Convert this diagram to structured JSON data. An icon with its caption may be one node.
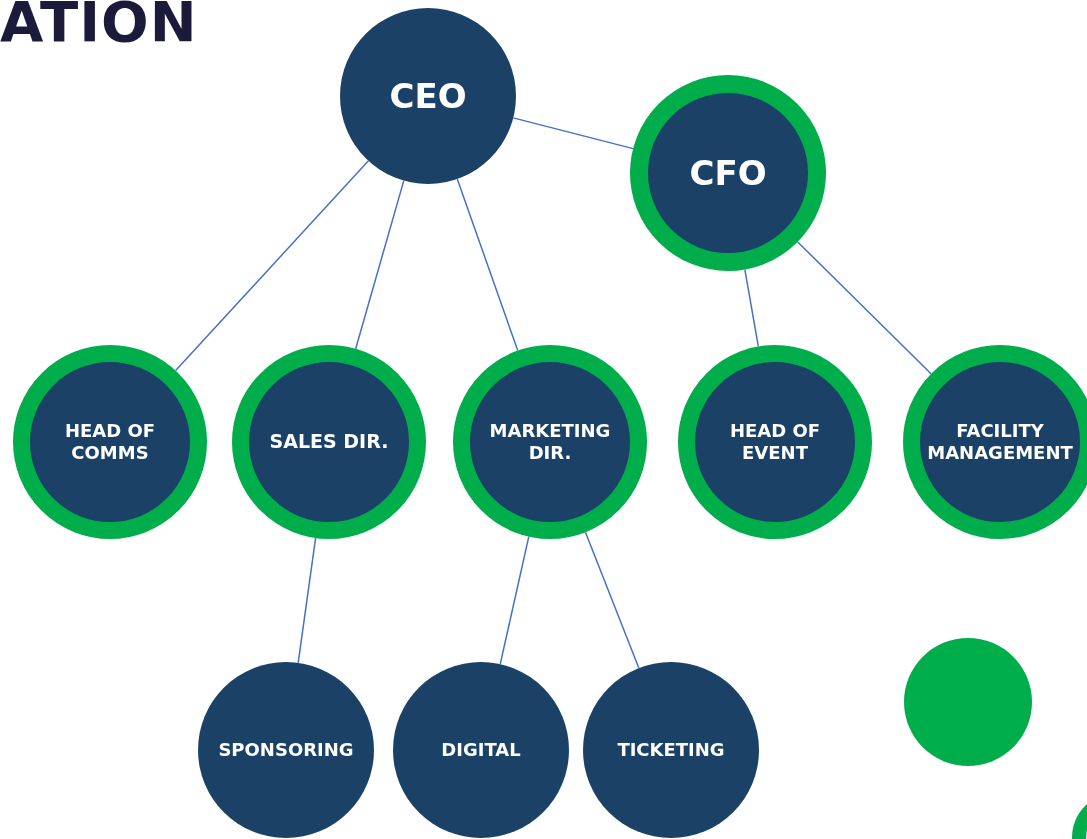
{
  "diagram": {
    "title": "ATION",
    "nodes": [
      {
        "text": [
          "CEO"
        ]
      },
      {
        "text": [
          "CFO"
        ]
      },
      {
        "text": [
          "HEAD OF COMMS"
        ]
      },
      {
        "text": [
          "SALES DIR."
        ]
      },
      {
        "text": [
          "MARKETING DIR."
        ]
      },
      {
        "text": [
          "HEAD OF EVENT"
        ]
      },
      {
        "text": [
          "FACILITY MANAGEMENT"
        ]
      },
      {
        "text": [
          "SPONSORING"
        ]
      },
      {
        "text": [
          "DIGITAL"
        ]
      },
      {
        "text": [
          "TICKETING"
        ]
      },
      {
        "text": [],
        "shape": "circle"
      },
      {
        "text": [],
        "shape": "circle"
      }
    ],
    "edges": [
      {
        "from": 0,
        "to": 1,
        "arrow": "none"
      },
      {
        "from": 0,
        "to": 2,
        "arrow": "none"
      },
      {
        "from": 0,
        "to": 3,
        "arrow": "none"
      },
      {
        "from": 0,
        "to": 4,
        "arrow": "none"
      },
      {
        "from": 1,
        "to": 5,
        "arrow": "none"
      },
      {
        "from": 1,
        "to": 6,
        "arrow": "none"
      },
      {
        "from": 3,
        "to": 7,
        "arrow": "none"
      },
      {
        "from": 4,
        "to": 8,
        "arrow": "none"
      },
      {
        "from": 4,
        "to": 9,
        "arrow": "none"
      }
    ]
  }
}
